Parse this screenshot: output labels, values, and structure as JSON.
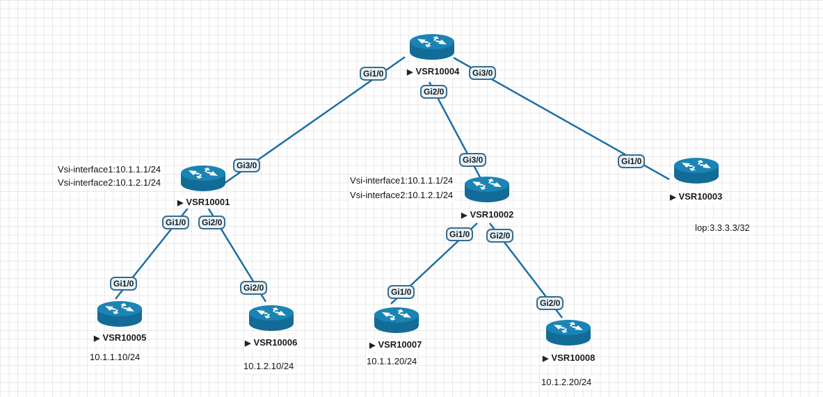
{
  "diagram": {
    "colors": {
      "link": "#1b6ea8",
      "router_body": "#136b97",
      "router_top": "#1a84b5",
      "port_fill": "#e6f3fb",
      "port_border": "#3a6a8a"
    },
    "routers": [
      {
        "id": "VSR10004",
        "label": "VSR10004",
        "icon": "router-icon"
      },
      {
        "id": "VSR10001",
        "label": "VSR10001",
        "icon": "router-icon"
      },
      {
        "id": "VSR10002",
        "label": "VSR10002",
        "icon": "router-icon"
      },
      {
        "id": "VSR10003",
        "label": "VSR10003",
        "icon": "router-icon"
      },
      {
        "id": "VSR10005",
        "label": "VSR10005",
        "icon": "router-icon"
      },
      {
        "id": "VSR10006",
        "label": "VSR10006",
        "icon": "router-icon"
      },
      {
        "id": "VSR10007",
        "label": "VSR10007",
        "icon": "router-icon"
      },
      {
        "id": "VSR10008",
        "label": "VSR10008",
        "icon": "router-icon"
      }
    ],
    "links": [
      {
        "from": "VSR10004",
        "from_port": "Gi1/0",
        "to": "VSR10001",
        "to_port": "Gi3/0"
      },
      {
        "from": "VSR10004",
        "from_port": "Gi2/0",
        "to": "VSR10002",
        "to_port": "Gi3/0"
      },
      {
        "from": "VSR10004",
        "from_port": "Gi3/0",
        "to": "VSR10003",
        "to_port": "Gi1/0"
      },
      {
        "from": "VSR10001",
        "from_port": "Gi1/0",
        "to": "VSR10005",
        "to_port": "Gi1/0"
      },
      {
        "from": "VSR10001",
        "from_port": "Gi2/0",
        "to": "VSR10006",
        "to_port": "Gi2/0"
      },
      {
        "from": "VSR10002",
        "from_port": "Gi1/0",
        "to": "VSR10007",
        "to_port": "Gi1/0"
      },
      {
        "from": "VSR10002",
        "from_port": "Gi2/0",
        "to": "VSR10008",
        "to_port": "Gi2/0"
      }
    ],
    "notes": {
      "vsr10001_vsi1": "Vsi-interface1:10.1.1.1/24",
      "vsr10001_vsi2": "Vsi-interface2:10.1.2.1/24",
      "vsr10002_vsi1": "Vsi-interface1:10.1.1.1/24",
      "vsr10002_vsi2": "Vsi-interface2:10.1.2.1/24",
      "vsr10003_loop": "lop:3.3.3.3/32",
      "vsr10005_ip": "10.1.1.10/24",
      "vsr10006_ip": "10.1.2.10/24",
      "vsr10007_ip": "10.1.1.20/24",
      "vsr10008_ip": "10.1.2.20/24"
    },
    "triangle_glyph": "▶"
  }
}
